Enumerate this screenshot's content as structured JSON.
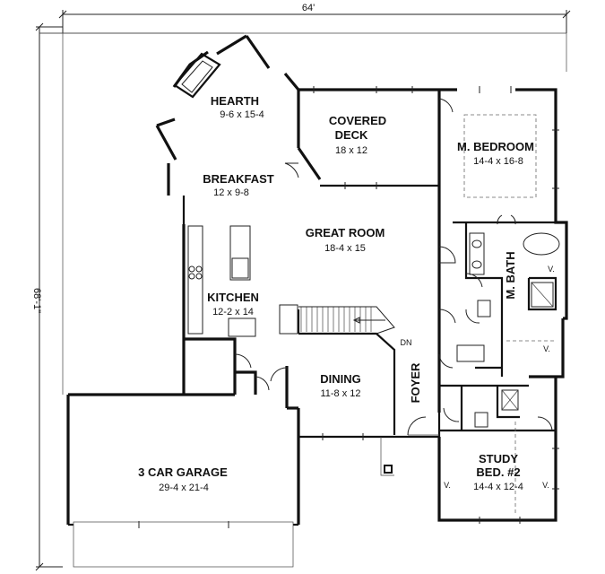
{
  "dimensions": {
    "width": "64'",
    "depth": "68'-1\""
  },
  "rooms": [
    {
      "name": "HEARTH",
      "size": "9-6 x 15-4"
    },
    {
      "name": "COVERED",
      "name2": "DECK",
      "size": "18 x 12"
    },
    {
      "name": "M. BEDROOM",
      "size": "14-4 x 16-8"
    },
    {
      "name": "BREAKFAST",
      "size": "12 x 9-8"
    },
    {
      "name": "GREAT ROOM",
      "size": "18-4 x 15"
    },
    {
      "name": "KITCHEN",
      "size": "12-2 x 14"
    },
    {
      "name": "M. BATH"
    },
    {
      "name": "DINING",
      "size": "11-8 x 12"
    },
    {
      "name": "FOYER"
    },
    {
      "name": "3 CAR GARAGE",
      "size": "29-4 x 21-4"
    },
    {
      "name": "STUDY",
      "name2": "BED. #2",
      "size": "14-4 x 12-4"
    }
  ],
  "annotations": {
    "down": "DN",
    "vent": "V."
  }
}
